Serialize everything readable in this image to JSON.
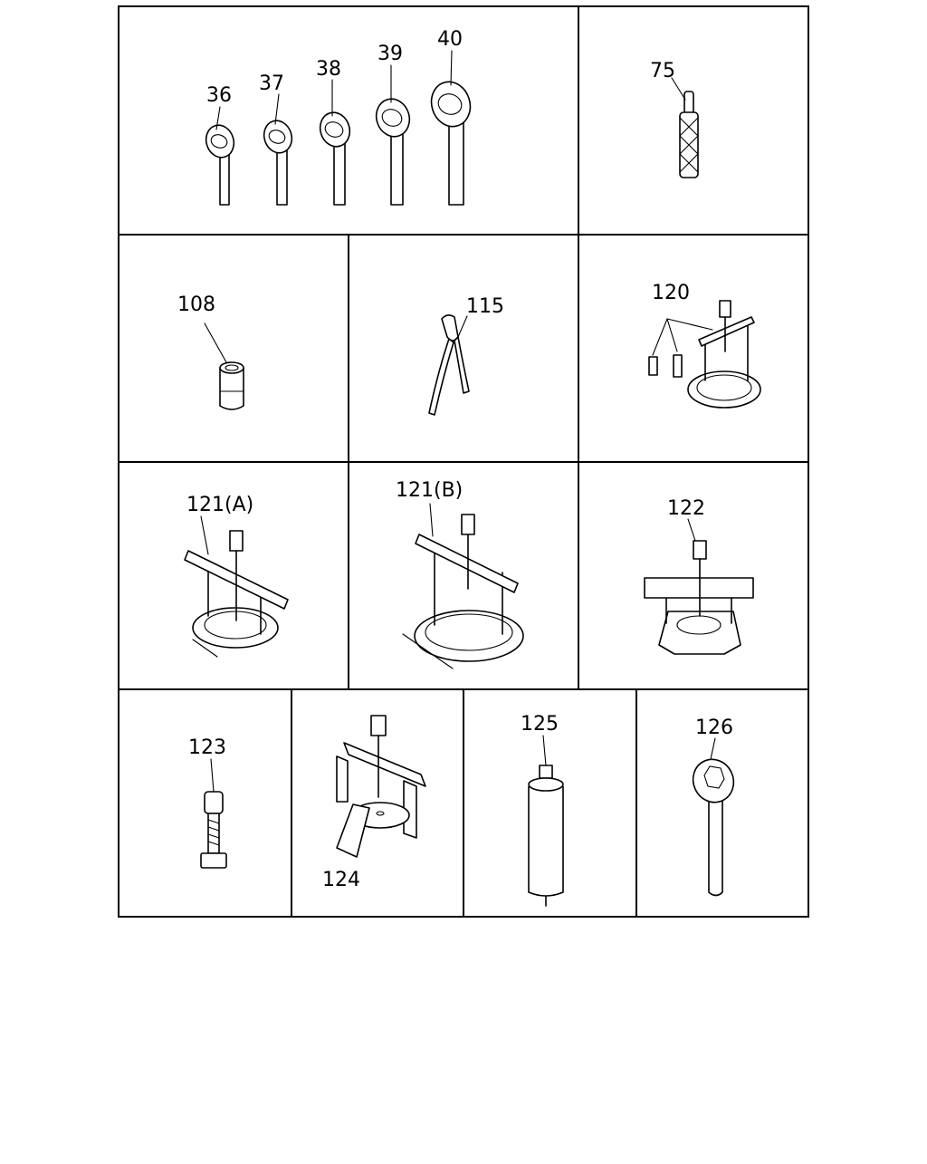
{
  "diagram": {
    "callouts": {
      "c36": "36",
      "c37": "37",
      "c38": "38",
      "c39": "39",
      "c40": "40",
      "c75": "75",
      "c108": "108",
      "c115": "115",
      "c120": "120",
      "c121a": "121(A)",
      "c121b": "121(B)",
      "c122": "122",
      "c123": "123",
      "c124": "124",
      "c125": "125",
      "c126": "126"
    }
  }
}
